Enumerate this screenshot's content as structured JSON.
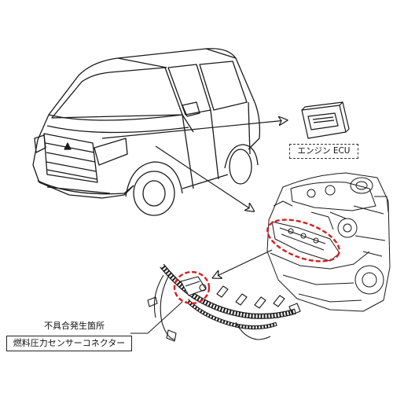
{
  "labels": {
    "ecu": "エンジン ECU",
    "defect_location": "不具合発生箇所",
    "part_name": "燃料圧力センサーコネクター"
  },
  "colors": {
    "line": "#1a1a1a",
    "highlight": "#d42020",
    "background": "#ffffff"
  }
}
